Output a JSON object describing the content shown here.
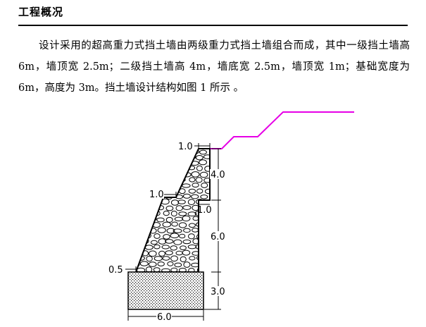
{
  "heading": "工程概况",
  "paragraph": "设计采用的超高重力式挡土墙由两级重力式挡土墙组合而成，其中一级挡土墙高 6m，墙顶宽 2.5m；二级挡土墙高 4m，墙底宽 2.5m，墙顶宽 1m；基础宽度为 6m，高度为 3m。挡土墙设计结构如图 1 所示 。",
  "figure": {
    "labels": {
      "top_width": "1.0",
      "mid_width": "1.0",
      "step_offset": "1.0",
      "toe_offset": "0.5",
      "upper_height": "4.0",
      "lower_height": "6.0",
      "base_height": "3.0",
      "base_width": "6.0"
    },
    "colors": {
      "ground_line": "#e600e6",
      "wall_outline": "#000000"
    },
    "materials": {
      "wall": "rubble-masonry",
      "base": "concrete-stipple"
    }
  }
}
